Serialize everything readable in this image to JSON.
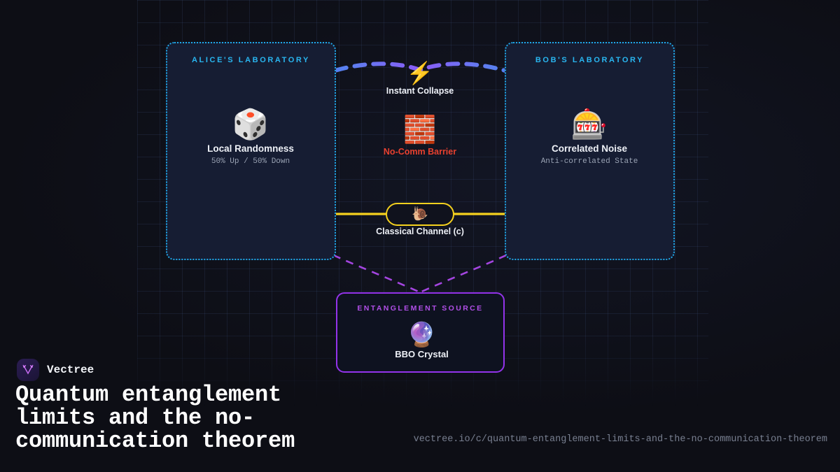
{
  "diagram": {
    "alice_lab": {
      "title": "ALICE'S LABORATORY",
      "node": {
        "icon": "dice-icon",
        "glyph": "🎲",
        "label": "Local Randomness",
        "sublabel": "50% Up / 50% Down"
      }
    },
    "bob_lab": {
      "title": "BOB'S LABORATORY",
      "node": {
        "icon": "slot-machine-icon",
        "glyph": "🎰",
        "label": "Correlated Noise",
        "sublabel": "Anti-correlated State"
      }
    },
    "collapse": {
      "icon": "lightning-bolt-icon",
      "glyph": "⚡",
      "label": "Instant Collapse"
    },
    "barrier": {
      "icon": "brick-wall-icon",
      "glyph": "🧱",
      "label": "No-Comm Barrier",
      "color": "#e8402f"
    },
    "classical_channel": {
      "icon": "snail-icon",
      "glyph": "🐌",
      "label": "Classical Channel (c)",
      "color": "#f5d11e"
    },
    "entanglement_source": {
      "title": "ENTANGLEMENT SOURCE",
      "node": {
        "icon": "crystal-ball-icon",
        "glyph": "🔮",
        "label": "BBO Crystal"
      },
      "color": "#9333ea"
    },
    "colors": {
      "background": "#0d0e15",
      "lab_fill": "#161d33",
      "lab_border": "#1fa8e8",
      "lab_title": "#29b6f0",
      "entangle_link": "#a445e0",
      "collapse_link_blue": "#3b82f6",
      "collapse_link_purple": "#8b5cf6"
    }
  },
  "footer": {
    "brand_name": "Vectree",
    "brand_icon": "vectree-logo-icon",
    "headline": "Quantum entanglement limits and the no-communication theorem",
    "url": "vectree.io/c/quantum-entanglement-limits-and-the-no-communication-theorem"
  }
}
